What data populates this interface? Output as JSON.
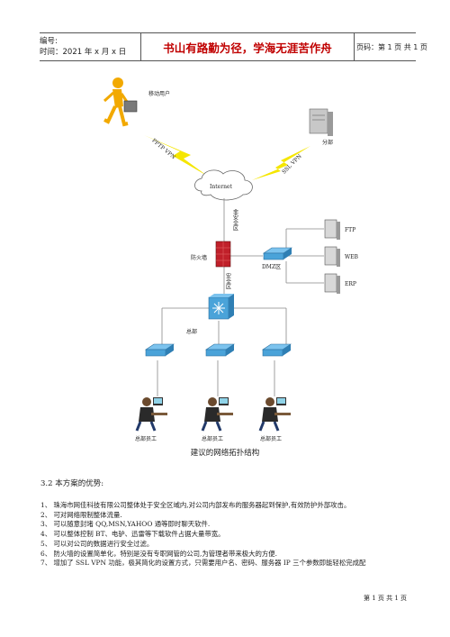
{
  "header": {
    "number_label": "编号:",
    "time_label": "时间：2021 年 x 月 x 日",
    "motto": "书山有路勤为径，学海无涯苦作舟",
    "page_label": "页码：第 1 页  共 1 页"
  },
  "diagram": {
    "mobile_user": "移动用户",
    "branch": "分部",
    "pptp_vpn": "PPTP VPN",
    "ssl_vpn": "SSL VPN",
    "internet": "Internet",
    "untrusted_zone": "非安全区",
    "firewall": "防火墙",
    "dmz": "DMZ区",
    "ftp": "FTP",
    "web": "WEB",
    "erp": "ERP",
    "secure_zone": "安全区",
    "hq": "总部",
    "hq_staff": "总部员工"
  },
  "caption": "建议的网络拓扑结构",
  "section_title": "3.2  本方案的优势:",
  "advantages": [
    "1、 珠海市网佳科技有限公司整体处于安全区域内,对公司内部发布的服务器起到保护,有效防护外部攻击。",
    "2、 可对网络限制整体流量.",
    "3、 可以随意封堵 QQ,MSN,YAHOO 通等即时聊天软件.",
    "4、 可以整体控制 BT、电驴、迅雷等下载软件占据大量带宽。",
    "5、 可以对公司的数据进行安全过滤。",
    "6、 防火墙的设置简单化，特别是没有专职网管的公司,为管理者带来极大的方便.",
    "7、 增加了 SSL VPN 功能，极其简化的设置方式，只需要用户名、密码、服务器 IP 三个参数即能轻松完成配"
  ],
  "footer": "第 1 页  共 1 页",
  "colors": {
    "motto": "#c00000",
    "lightning": "#f5e600",
    "switch": "#4aa3d9",
    "firewall": "#c0202a"
  }
}
